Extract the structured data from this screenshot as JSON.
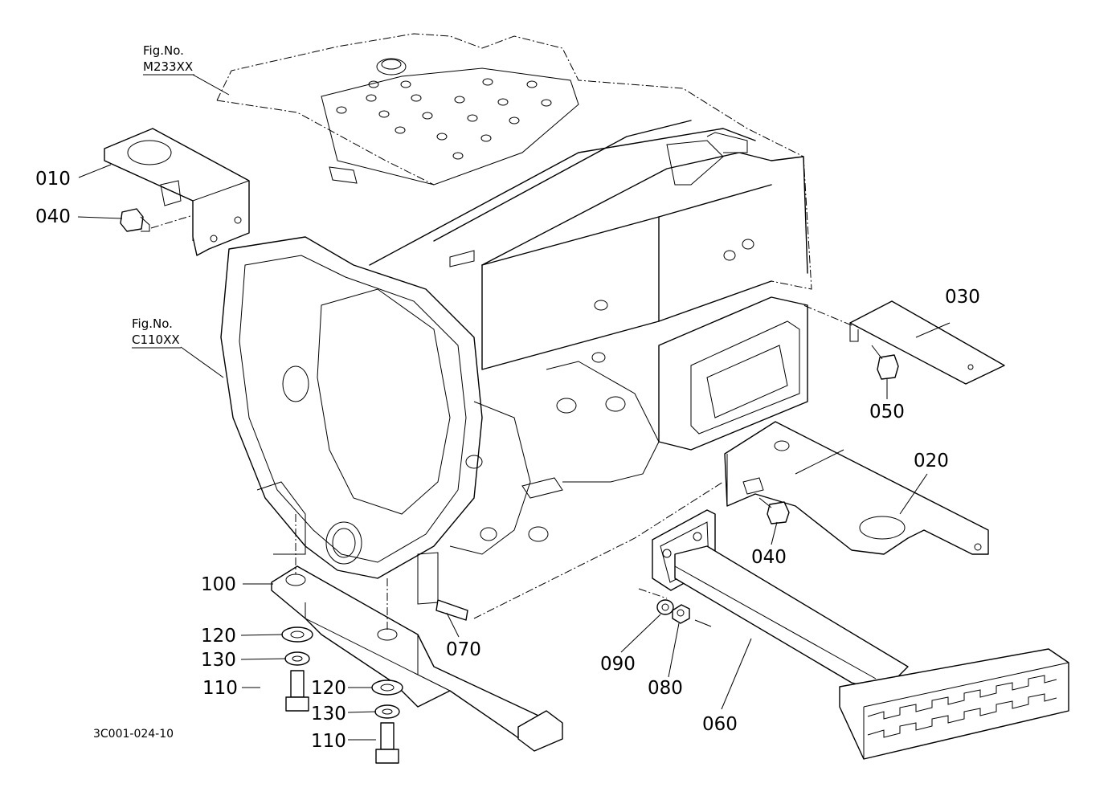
{
  "figure_refs": [
    {
      "title": "Fig.No.",
      "code": "M233XX"
    },
    {
      "title": "Fig.No.",
      "code": "C110XX"
    }
  ],
  "parts": {
    "p010": "010",
    "p020": "020",
    "p030": "030",
    "p040a": "040",
    "p040b": "040",
    "p050": "050",
    "p060": "060",
    "p070": "070",
    "p080": "080",
    "p090": "090",
    "p100": "100",
    "p110a": "110",
    "p110b": "110",
    "p120a": "120",
    "p120b": "120",
    "p130a": "130",
    "p130b": "130"
  },
  "diagram_code": "3C001-024-10"
}
